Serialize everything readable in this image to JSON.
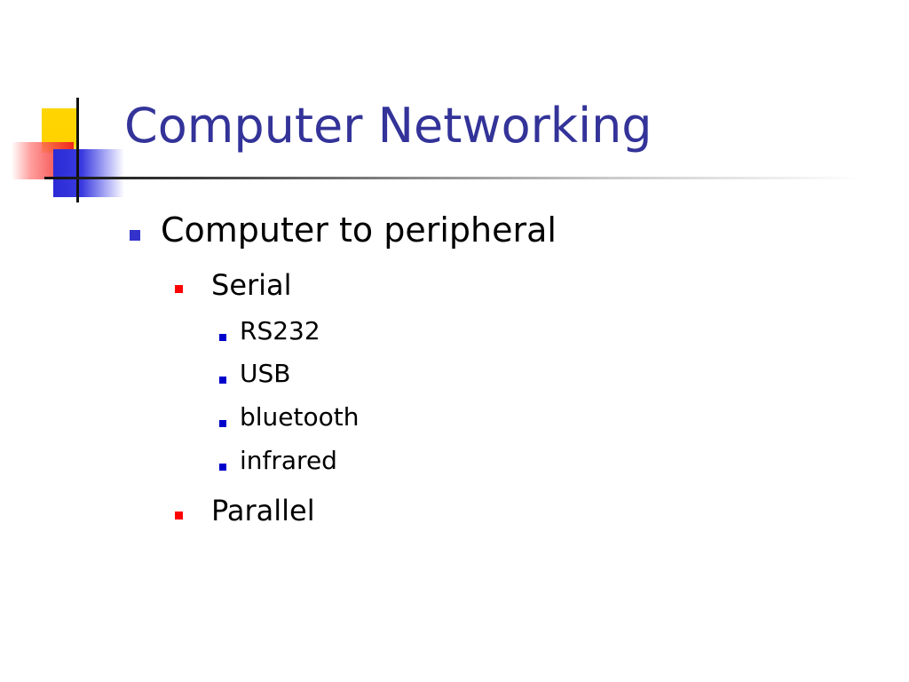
{
  "slide": {
    "title": "Computer Networking",
    "bullets": {
      "level1_marker_color": "#3333cc",
      "level2_marker_color": "#ff0000",
      "level3_marker_color": "#0000cc",
      "computer_to_peripheral": "Computer to peripheral",
      "serial": "Serial",
      "rs232": "RS232",
      "usb": "USB",
      "bluetooth": "bluetooth",
      "infrared": "infrared",
      "parallel": "Parallel"
    }
  }
}
